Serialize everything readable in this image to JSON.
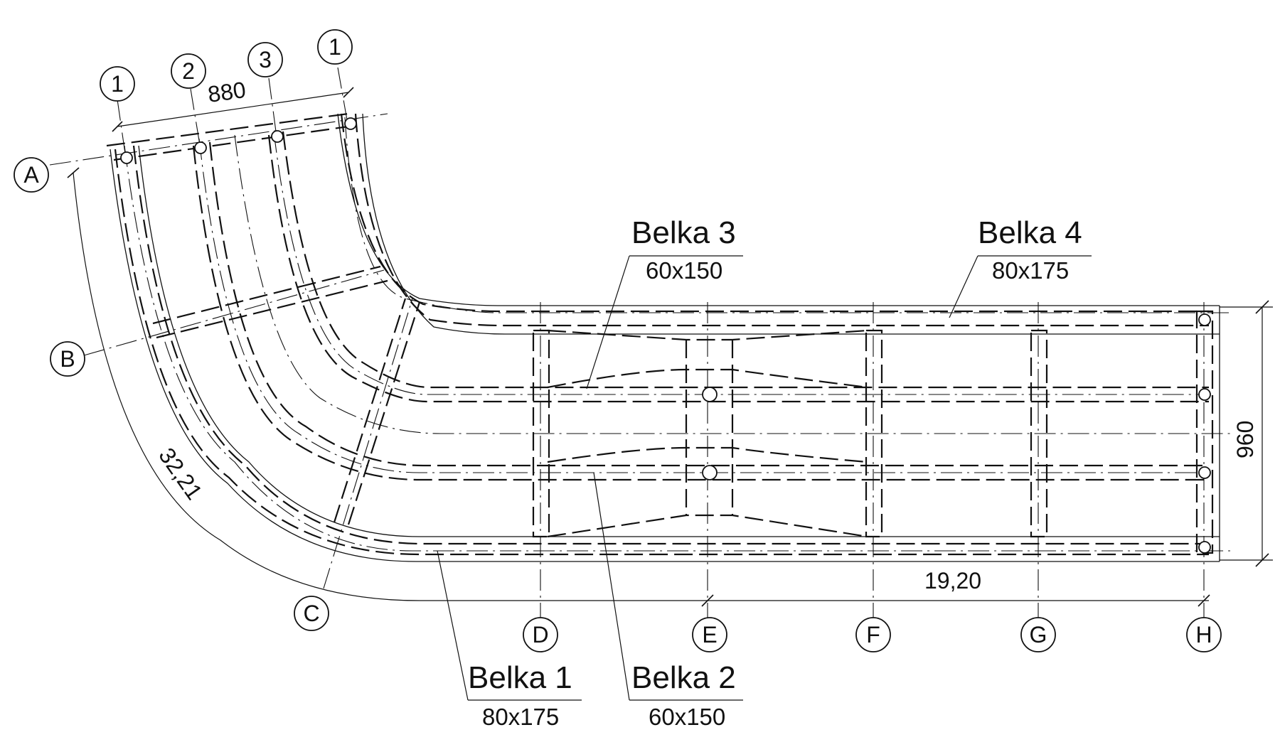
{
  "axes": {
    "numbered": [
      {
        "id": "ax-1a",
        "label": "1"
      },
      {
        "id": "ax-2",
        "label": "2"
      },
      {
        "id": "ax-3",
        "label": "3"
      },
      {
        "id": "ax-1b",
        "label": "1"
      }
    ],
    "lettered": [
      {
        "id": "ax-a",
        "label": "A"
      },
      {
        "id": "ax-b",
        "label": "B"
      },
      {
        "id": "ax-c",
        "label": "C"
      },
      {
        "id": "ax-d",
        "label": "D"
      },
      {
        "id": "ax-e",
        "label": "E"
      },
      {
        "id": "ax-f",
        "label": "F"
      },
      {
        "id": "ax-g",
        "label": "G"
      },
      {
        "id": "ax-h",
        "label": "H"
      }
    ]
  },
  "dimensions": {
    "top_width": "880",
    "right_height": "960",
    "arc_length": "32,21",
    "straight_length": "19,20"
  },
  "beams": [
    {
      "name": "Belka 1",
      "size": "80x175"
    },
    {
      "name": "Belka 2",
      "size": "60x150"
    },
    {
      "name": "Belka 3",
      "size": "60x150"
    },
    {
      "name": "Belka 4",
      "size": "80x175"
    }
  ]
}
